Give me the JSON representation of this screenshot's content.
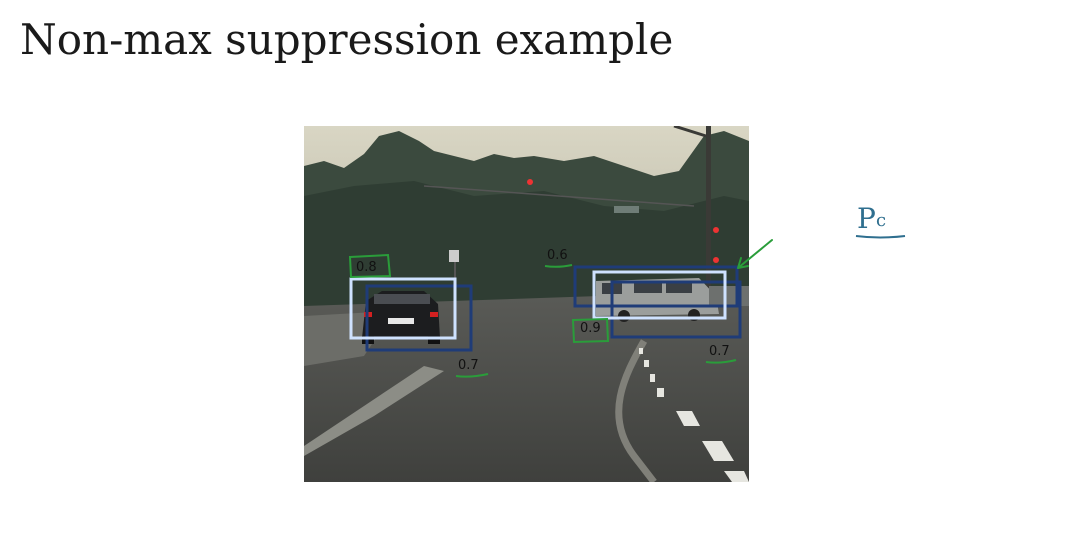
{
  "slide": {
    "title": "Non-max suppression example"
  },
  "annotations": {
    "pc_main": "P",
    "pc_sub": "c"
  },
  "scores": {
    "left_top": "0.8",
    "left_bottom": "0.7",
    "right_top": "0.6",
    "right_middle": "0.9",
    "right_bottom": "0.7"
  },
  "colors": {
    "highlight_box": "#cfe2ff",
    "dim_box": "#1f3c78",
    "handwriting": "#2a9d3a",
    "pc_ink": "#2f6f8f"
  }
}
